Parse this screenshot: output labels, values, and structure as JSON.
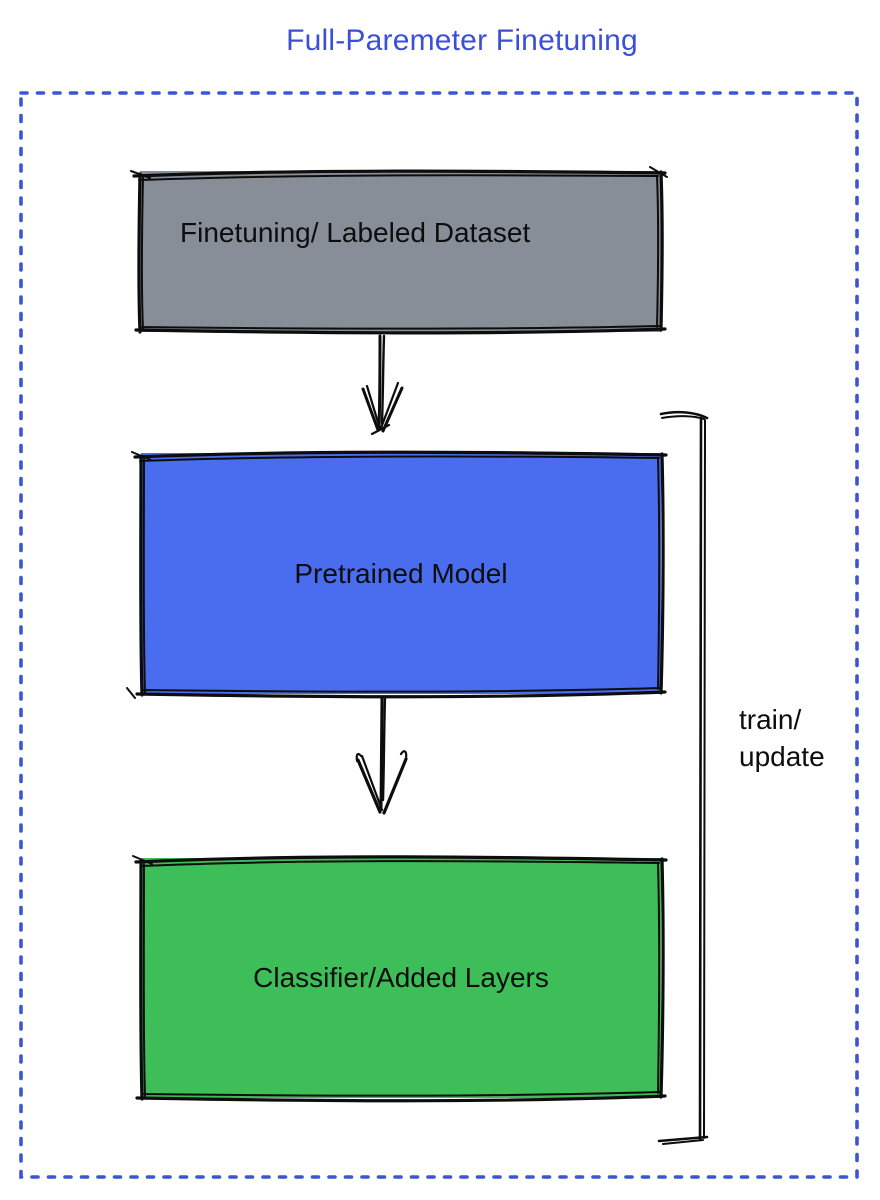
{
  "title": "Full-Paremeter Finetuning",
  "colors": {
    "title": "#3c4fd9",
    "dotted_border": "#3d54d4",
    "ink": "#0d0d0d",
    "dataset_box": "#878e98",
    "pretrained_box": "#4a6df0",
    "classifier_box": "#3dbe58"
  },
  "boxes": {
    "dataset": {
      "label": "Finetuning/ Labeled Dataset"
    },
    "pretrained": {
      "label": "Pretrained Model"
    },
    "classifier": {
      "label": "Classifier/Added Layers"
    }
  },
  "bracket": {
    "label_line1": "train/",
    "label_line2": "update"
  }
}
